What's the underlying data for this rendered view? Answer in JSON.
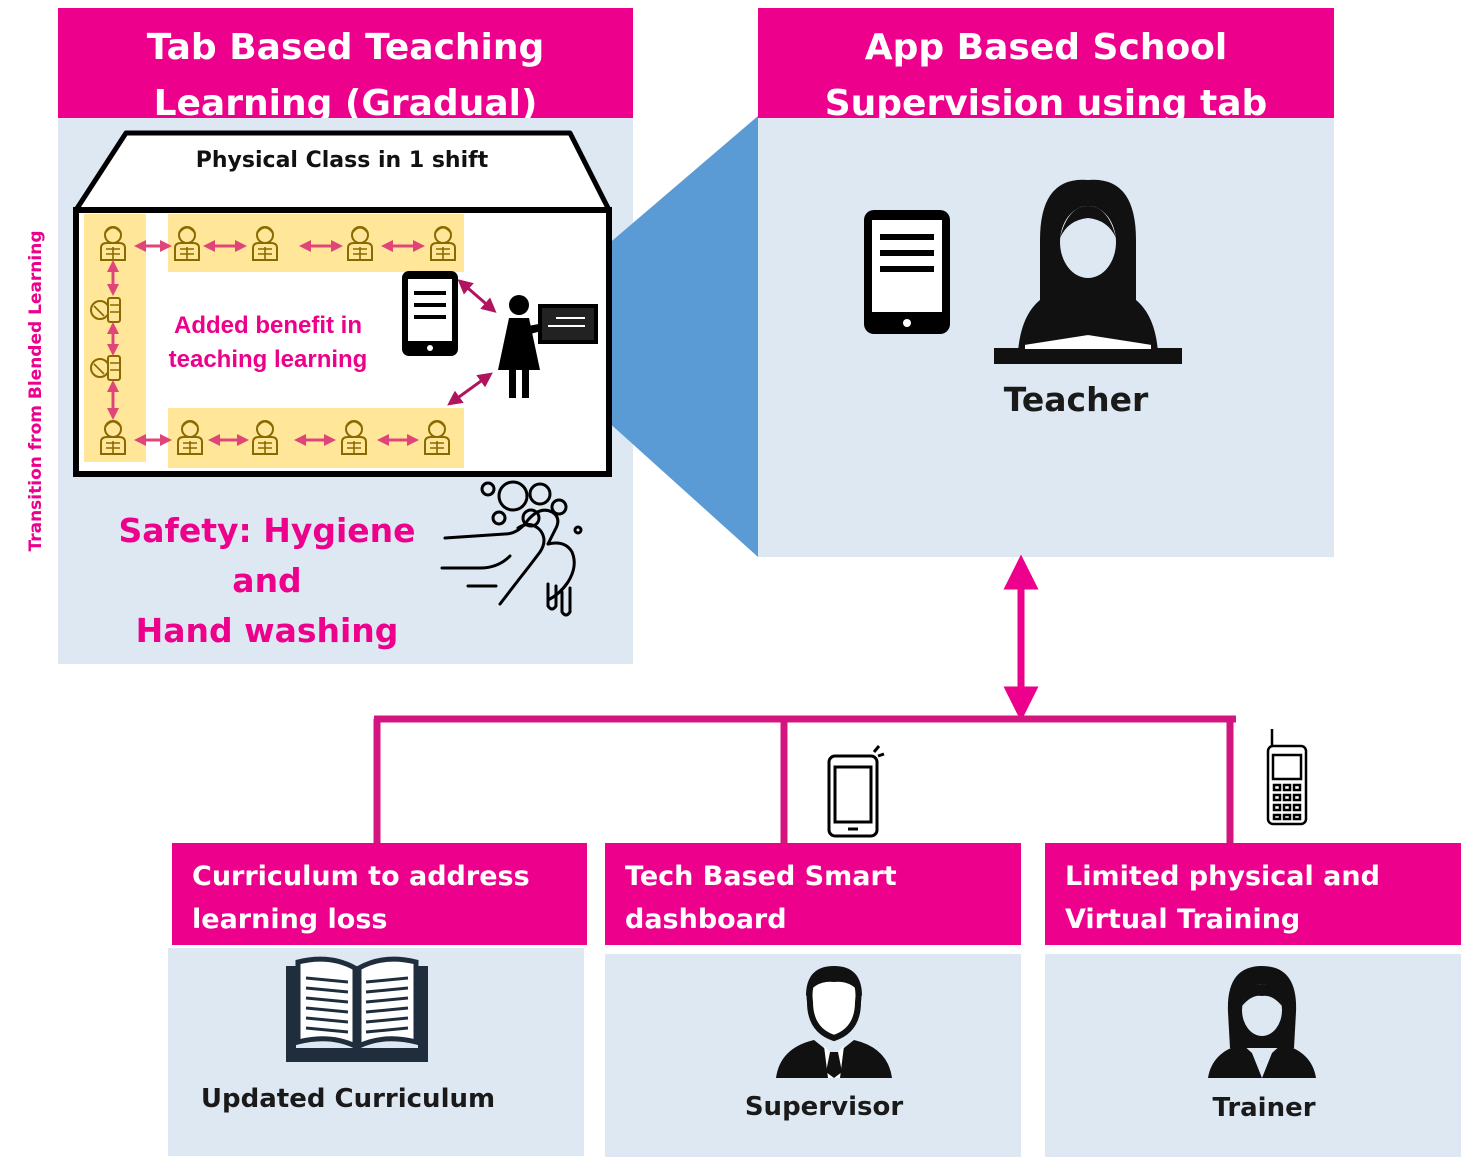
{
  "sidebar": {
    "vertical_label": "Transition from Blended Learning"
  },
  "left_panel": {
    "title_line1": "Tab Based Teaching",
    "title_line2": "Learning (Gradual)",
    "classroom_label": "Physical Class in 1 shift",
    "benefit_line1": "Added benefit in",
    "benefit_line2": "teaching learning",
    "safety_line1": "Safety: Hygiene and",
    "safety_line2": "Hand washing"
  },
  "right_panel": {
    "title_line1": "App Based School",
    "title_line2": "Supervision using tab",
    "caption": "Teacher"
  },
  "bottom_boxes": [
    {
      "title_line1": "Curriculum to address",
      "title_line2": "learning loss",
      "caption": "Updated Curriculum",
      "icon": "book-icon"
    },
    {
      "title_line1": "Tech Based Smart",
      "title_line2": "dashboard",
      "caption": "Supervisor",
      "icon": "supervisor-icon"
    },
    {
      "title_line1": "Limited physical and",
      "title_line2": "Virtual Training",
      "caption": "Trainer",
      "icon": "trainer-icon"
    }
  ],
  "colors": {
    "accent": "#ec008c",
    "panel": "#dde8f3",
    "connector": "#5b9bd5",
    "student_fill": "#ffe699",
    "student_stroke": "#8a6a00"
  }
}
